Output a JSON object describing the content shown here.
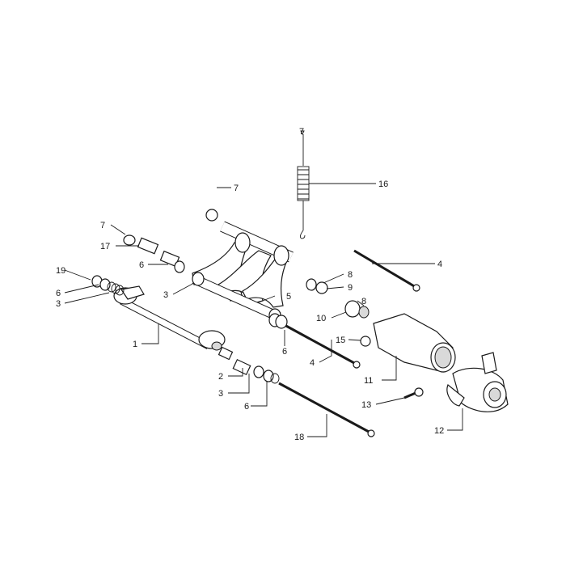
{
  "diagram": {
    "callouts": [
      {
        "id": "c1",
        "text": "1"
      },
      {
        "id": "c2",
        "text": "2"
      },
      {
        "id": "c3a",
        "text": "3"
      },
      {
        "id": "c3b",
        "text": "3"
      },
      {
        "id": "c3c",
        "text": "3"
      },
      {
        "id": "c4a",
        "text": "4"
      },
      {
        "id": "c4b",
        "text": "4"
      },
      {
        "id": "c5",
        "text": "5"
      },
      {
        "id": "c6a",
        "text": "6"
      },
      {
        "id": "c6b",
        "text": "6"
      },
      {
        "id": "c6c",
        "text": "6"
      },
      {
        "id": "c6d",
        "text": "6"
      },
      {
        "id": "c7a",
        "text": "7"
      },
      {
        "id": "c7b",
        "text": "7"
      },
      {
        "id": "c7c",
        "text": "7"
      },
      {
        "id": "c8a",
        "text": "8"
      },
      {
        "id": "c8b",
        "text": "8"
      },
      {
        "id": "c9",
        "text": "9"
      },
      {
        "id": "c10",
        "text": "10"
      },
      {
        "id": "c11",
        "text": "11"
      },
      {
        "id": "c12",
        "text": "12"
      },
      {
        "id": "c13",
        "text": "13"
      },
      {
        "id": "c15",
        "text": "15"
      },
      {
        "id": "c16",
        "text": "16"
      },
      {
        "id": "c17",
        "text": "17"
      },
      {
        "id": "c18",
        "text": "18"
      },
      {
        "id": "c19",
        "text": "19"
      }
    ]
  }
}
